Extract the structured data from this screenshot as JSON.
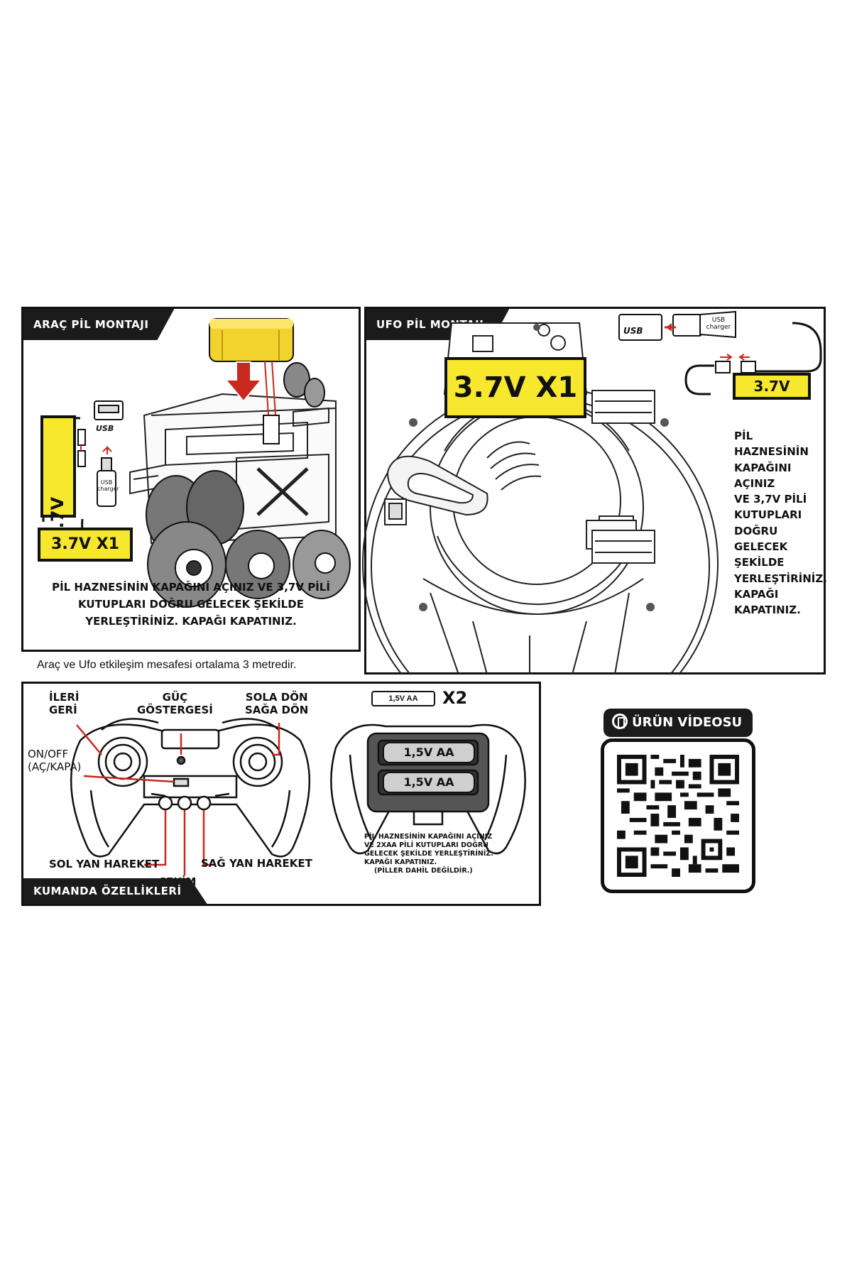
{
  "vehicle_panel": {
    "tag": "ARAÇ PİL MONTAJI",
    "battery_vertical": "3.7V",
    "battery_badge": "3.7V X1",
    "usb_port_label": "USB",
    "usb_cable_label": "USB charger",
    "instruction_line1": "PİL HAZNESİNİN KAPAĞINI AÇINIZ VE 3,7V PİLİ",
    "instruction_line2": "KUTUPLARI DOĞRU GELECEK ŞEKİLDE",
    "instruction_line3": "YERLEŞTİRİNİZ. KAPAĞI KAPATINIZ."
  },
  "distance_note": "Araç ve Ufo etkileşim mesafesi ortalama 3 metredir.",
  "ufo_panel": {
    "tag": "UFO PİL MONTAJI",
    "battery_badge": "3.7V X1",
    "connector_badge": "3.7V",
    "usb_port_label": "USB",
    "usb_cable_label": "USB charger",
    "instruction_lines": [
      "PİL",
      "HAZNESİNİN",
      "KAPAĞINI",
      "AÇINIZ",
      "VE 3,7V PİLİ",
      "KUTUPLARI",
      "DOĞRU",
      "GELECEK",
      "ŞEKİLDE",
      "YERLEŞTİRİNİZ.",
      "KAPAĞI",
      "KAPATINIZ."
    ]
  },
  "controller_panel": {
    "tag": "KUMANDA ÖZELLİKLERİ",
    "label_forward_back": [
      "İLERİ",
      "GERİ"
    ],
    "label_power_indicator": [
      "GÜÇ",
      "GÖSTERGESİ"
    ],
    "label_turn": [
      "SOLA DÖN",
      "SAĞA DÖN"
    ],
    "label_onoff": [
      "ON/OFF",
      "(AÇ/KAPA)"
    ],
    "label_left_strafe": "SOL YAN HAREKET",
    "label_pull": "ÇEKİM",
    "label_right_strafe": "SAĞ YAN HAREKET",
    "battery_spec": "1,5V AA",
    "battery_count": "X2",
    "aa_cell_1": "1,5V AA",
    "aa_cell_2": "1,5V AA",
    "instruction_lines": [
      "PİL HAZNESİNİN KAPAĞINI AÇINIZ",
      "VE 2XAA PİLİ KUTUPLARI DOĞRU",
      "GELECEK ŞEKİLDE YERLEŞTİRİNİZ.",
      "KAPAĞI KAPATINIZ."
    ],
    "batteries_note": "(PİLLER DAHİL DEĞİLDİR.)"
  },
  "video": {
    "title": "ÜRÜN VİDEOSU"
  },
  "colors": {
    "badge_yellow": "#f7e82d",
    "pointer_red": "#c8281e",
    "ink": "#111111"
  }
}
